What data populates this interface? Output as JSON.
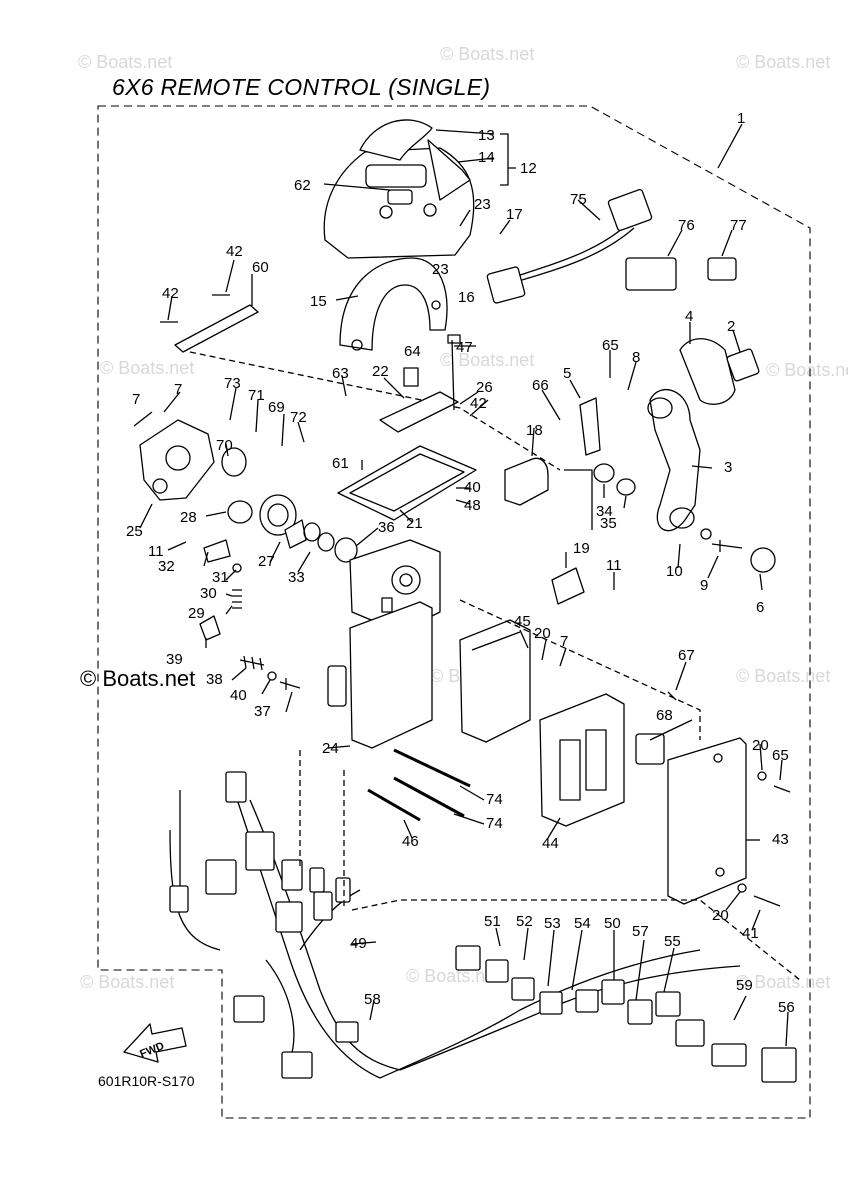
{
  "title": "6X6 REMOTE CONTROL (SINGLE)",
  "watermark": "© Boats.net",
  "drawing_code": "601R10R-S170",
  "fwd_label": "FWD",
  "callouts": [
    {
      "id": "c1",
      "label": "1"
    },
    {
      "id": "c2",
      "label": "2"
    },
    {
      "id": "c3",
      "label": "3"
    },
    {
      "id": "c4",
      "label": "4"
    },
    {
      "id": "c5",
      "label": "5"
    },
    {
      "id": "c6",
      "label": "6"
    },
    {
      "id": "c7a",
      "label": "7"
    },
    {
      "id": "c7b",
      "label": "7"
    },
    {
      "id": "c7c",
      "label": "7"
    },
    {
      "id": "c8",
      "label": "8"
    },
    {
      "id": "c9",
      "label": "9"
    },
    {
      "id": "c10",
      "label": "10"
    },
    {
      "id": "c11a",
      "label": "11"
    },
    {
      "id": "c11b",
      "label": "11"
    },
    {
      "id": "c12",
      "label": "12"
    },
    {
      "id": "c13",
      "label": "13"
    },
    {
      "id": "c14",
      "label": "14"
    },
    {
      "id": "c15",
      "label": "15"
    },
    {
      "id": "c16",
      "label": "16"
    },
    {
      "id": "c17",
      "label": "17"
    },
    {
      "id": "c18",
      "label": "18"
    },
    {
      "id": "c19",
      "label": "19"
    },
    {
      "id": "c20a",
      "label": "20"
    },
    {
      "id": "c20b",
      "label": "20"
    },
    {
      "id": "c20c",
      "label": "20"
    },
    {
      "id": "c21",
      "label": "21"
    },
    {
      "id": "c22",
      "label": "22"
    },
    {
      "id": "c23a",
      "label": "23"
    },
    {
      "id": "c23b",
      "label": "23"
    },
    {
      "id": "c24",
      "label": "24"
    },
    {
      "id": "c25",
      "label": "25"
    },
    {
      "id": "c26",
      "label": "26"
    },
    {
      "id": "c27",
      "label": "27"
    },
    {
      "id": "c28",
      "label": "28"
    },
    {
      "id": "c29",
      "label": "29"
    },
    {
      "id": "c30",
      "label": "30"
    },
    {
      "id": "c31",
      "label": "31"
    },
    {
      "id": "c32",
      "label": "32"
    },
    {
      "id": "c33",
      "label": "33"
    },
    {
      "id": "c34",
      "label": "34"
    },
    {
      "id": "c35",
      "label": "35"
    },
    {
      "id": "c36",
      "label": "36"
    },
    {
      "id": "c37",
      "label": "37"
    },
    {
      "id": "c38",
      "label": "38"
    },
    {
      "id": "c39",
      "label": "39"
    },
    {
      "id": "c40a",
      "label": "40"
    },
    {
      "id": "c40b",
      "label": "40"
    },
    {
      "id": "c41",
      "label": "41"
    },
    {
      "id": "c42a",
      "label": "42"
    },
    {
      "id": "c42b",
      "label": "42"
    },
    {
      "id": "c42c",
      "label": "42"
    },
    {
      "id": "c43",
      "label": "43"
    },
    {
      "id": "c44",
      "label": "44"
    },
    {
      "id": "c45",
      "label": "45"
    },
    {
      "id": "c46",
      "label": "46"
    },
    {
      "id": "c47",
      "label": "47"
    },
    {
      "id": "c48",
      "label": "48"
    },
    {
      "id": "c49",
      "label": "49"
    },
    {
      "id": "c50",
      "label": "50"
    },
    {
      "id": "c51",
      "label": "51"
    },
    {
      "id": "c52",
      "label": "52"
    },
    {
      "id": "c53",
      "label": "53"
    },
    {
      "id": "c54",
      "label": "54"
    },
    {
      "id": "c55",
      "label": "55"
    },
    {
      "id": "c56",
      "label": "56"
    },
    {
      "id": "c57",
      "label": "57"
    },
    {
      "id": "c58",
      "label": "58"
    },
    {
      "id": "c59",
      "label": "59"
    },
    {
      "id": "c60",
      "label": "60"
    },
    {
      "id": "c61",
      "label": "61"
    },
    {
      "id": "c62",
      "label": "62"
    },
    {
      "id": "c63",
      "label": "63"
    },
    {
      "id": "c64",
      "label": "64"
    },
    {
      "id": "c65a",
      "label": "65"
    },
    {
      "id": "c65b",
      "label": "65"
    },
    {
      "id": "c66",
      "label": "66"
    },
    {
      "id": "c67",
      "label": "67"
    },
    {
      "id": "c68",
      "label": "68"
    },
    {
      "id": "c69",
      "label": "69"
    },
    {
      "id": "c70",
      "label": "70"
    },
    {
      "id": "c71",
      "label": "71"
    },
    {
      "id": "c72",
      "label": "72"
    },
    {
      "id": "c73",
      "label": "73"
    },
    {
      "id": "c74a",
      "label": "74"
    },
    {
      "id": "c74b",
      "label": "74"
    },
    {
      "id": "c75",
      "label": "75"
    },
    {
      "id": "c76",
      "label": "76"
    },
    {
      "id": "c77",
      "label": "77"
    }
  ]
}
